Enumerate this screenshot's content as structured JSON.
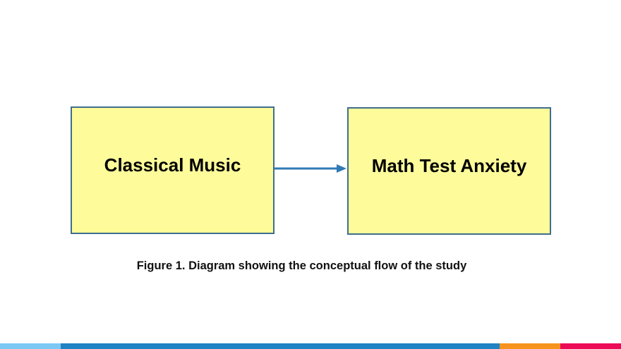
{
  "diagram": {
    "nodes": [
      {
        "id": "classical-music",
        "label": "Classical Music"
      },
      {
        "id": "math-test-anxiety",
        "label": "Math Test Anxiety"
      }
    ],
    "edges": [
      {
        "from": "classical-music",
        "to": "math-test-anxiety"
      }
    ],
    "caption": "Figure 1. Diagram showing the conceptual flow of the study"
  },
  "colors": {
    "box_fill": "#fdfb9a",
    "box_border": "#3f6e8f",
    "arrow": "#2f79b5",
    "footer_bar": [
      "#7cc8f5",
      "#2083c3",
      "#f7941d",
      "#ec0b57"
    ]
  }
}
